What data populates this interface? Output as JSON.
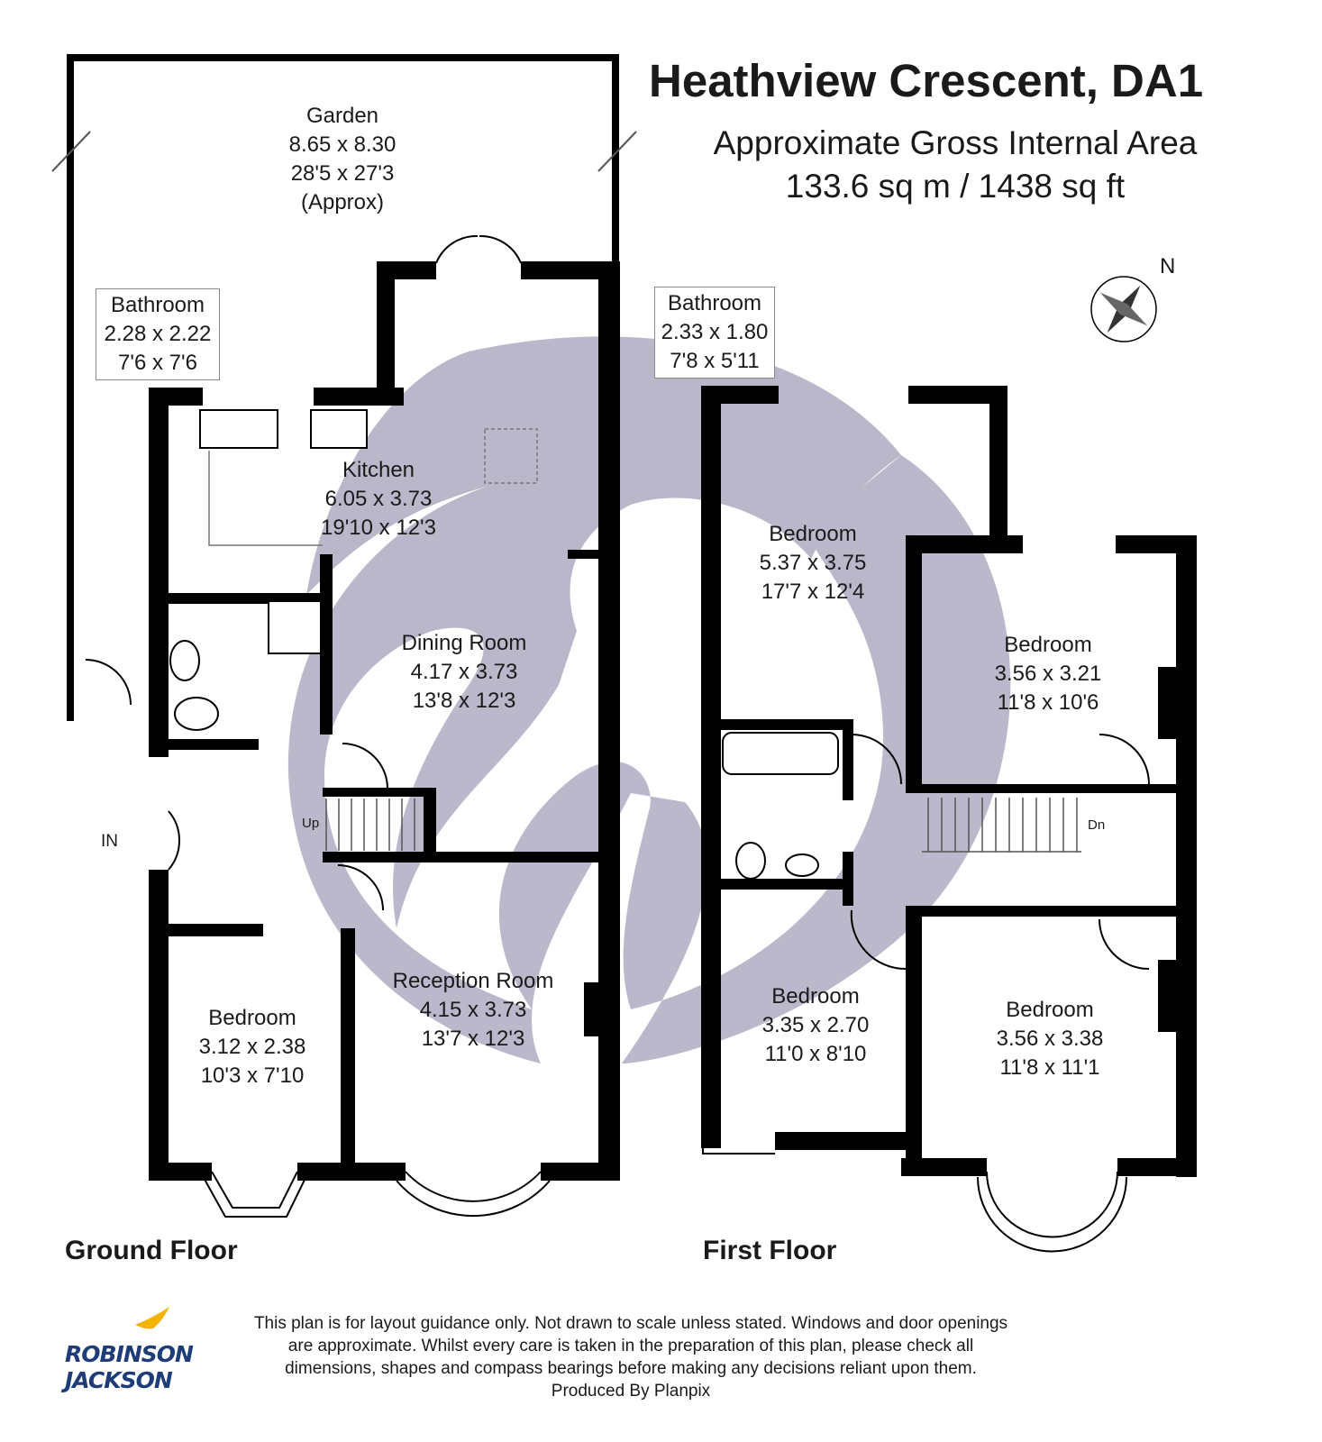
{
  "header": {
    "title": "Heathview Crescent, DA1",
    "area_label": "Approximate Gross Internal Area",
    "area_value": "133.6 sq m / 1438 sq ft"
  },
  "compass": {
    "north_label": "N"
  },
  "floors": {
    "ground": {
      "label": "Ground Floor",
      "rooms": [
        {
          "name": "Garden",
          "metric": "8.65 x 8.30",
          "imperial": "28'5 x 27'3",
          "note": "(Approx)"
        },
        {
          "name": "Bathroom",
          "metric": "2.28 x 2.22",
          "imperial": "7'6 x 7'6"
        },
        {
          "name": "Kitchen",
          "metric": "6.05 x 3.73",
          "imperial": "19'10 x 12'3"
        },
        {
          "name": "Dining Room",
          "metric": "4.17 x 3.73",
          "imperial": "13'8 x 12'3"
        },
        {
          "name": "Reception Room",
          "metric": "4.15 x 3.73",
          "imperial": "13'7 x 12'3"
        },
        {
          "name": "Bedroom",
          "metric": "3.12 x 2.38",
          "imperial": "10'3 x 7'10"
        }
      ],
      "entrance_label": "IN",
      "stairs_label": "Up"
    },
    "first": {
      "label": "First Floor",
      "rooms": [
        {
          "name": "Bathroom",
          "metric": "2.33 x 1.80",
          "imperial": "7'8 x 5'11"
        },
        {
          "name": "Bedroom",
          "metric": "5.37 x 3.75",
          "imperial": "17'7 x 12'4"
        },
        {
          "name": "Bedroom",
          "metric": "3.56 x 3.21",
          "imperial": "11'8 x 10'6"
        },
        {
          "name": "Bedroom",
          "metric": "3.35 x 2.70",
          "imperial": "11'0 x 8'10"
        },
        {
          "name": "Bedroom",
          "metric": "3.56 x 3.38",
          "imperial": "11'8 x 11'1"
        }
      ],
      "stairs_label": "Dn"
    }
  },
  "disclaimer": [
    "This plan is for layout guidance only. Not drawn to scale unless stated. Windows and door openings",
    "are approximate. Whilst every care is taken in the preparation of this plan, please check all",
    "dimensions, shapes and compass bearings before making any decisions reliant upon them.",
    "Produced By Planpix"
  ],
  "logo": {
    "line1": "ROBINSON",
    "line2": "JACKSON"
  },
  "colors": {
    "wall": "#000000",
    "watermark": "#b7b4c9",
    "logo": "#1e3c78",
    "logo_accent": "#f2b400"
  }
}
